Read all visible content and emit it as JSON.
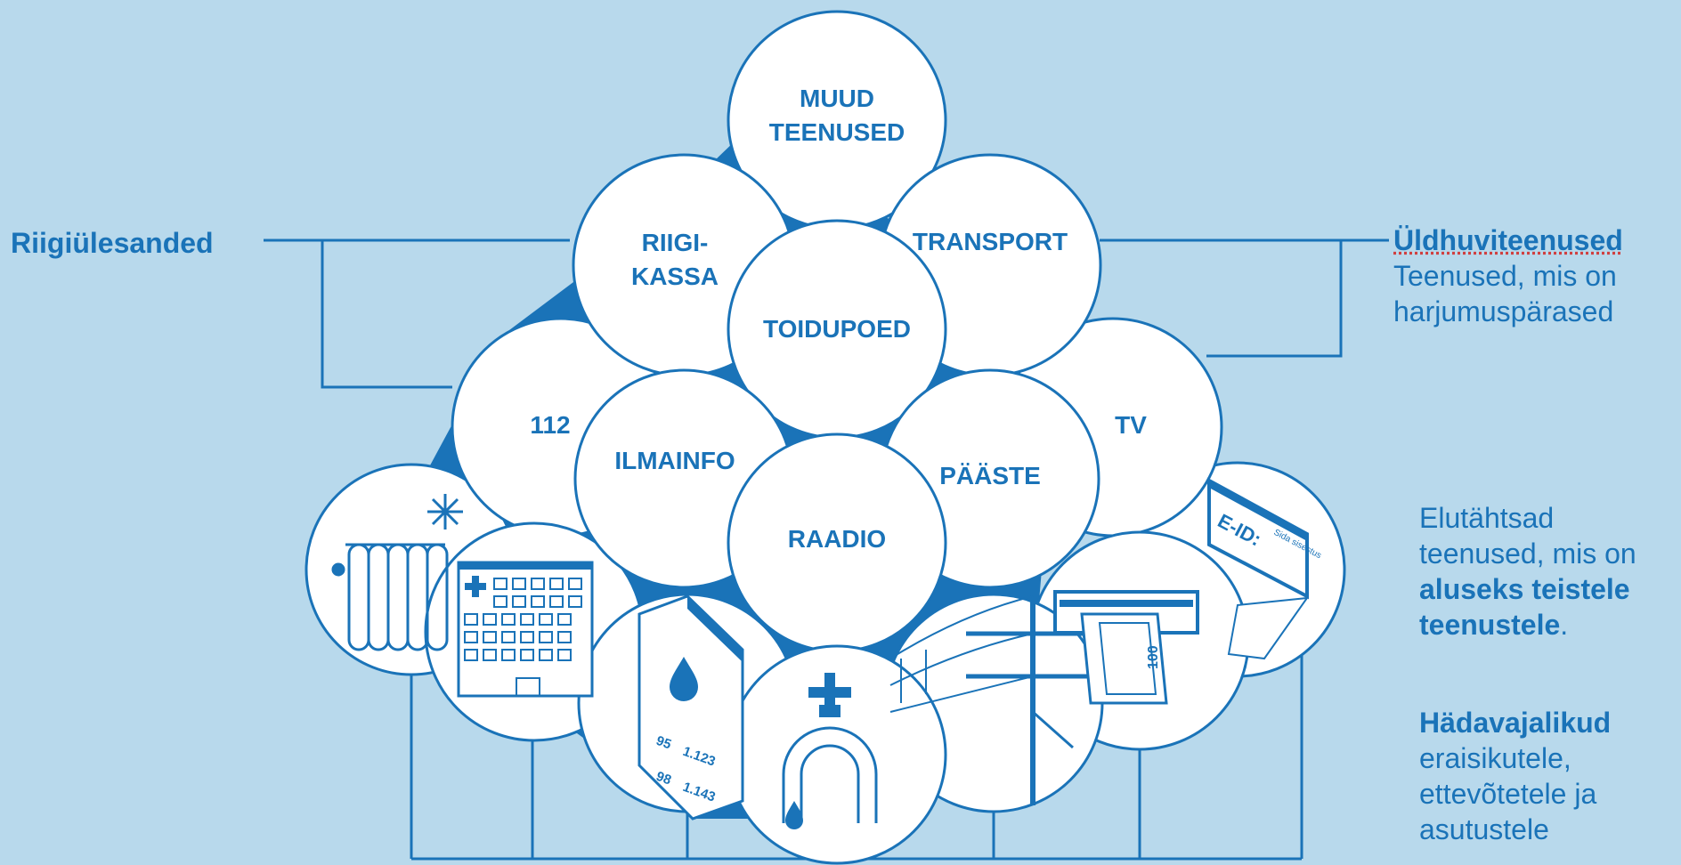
{
  "left_label": "Riigiülesanded",
  "right_top": {
    "title": "Üldhuviteenused",
    "line1": "Teenused, mis on",
    "line2": "harjumuspärased"
  },
  "right_mid": {
    "line1": "Elutähtsad",
    "line2": "teenused, mis on",
    "line3_bold": "aluseks teistele",
    "line4_bold": "teenustele",
    "line4_tail": "."
  },
  "right_bottom": {
    "line1_bold": "Hädavajalikud",
    "line2": "eraisikutele,",
    "line3": "ettevõtetele ja",
    "line4": "asutustele"
  },
  "circles": {
    "muud": [
      "MUUD",
      "TEENUSED"
    ],
    "riigikassa": [
      "RIIGI-",
      "KASSA"
    ],
    "transport": "TRANSPORT",
    "toidupoed": "TOIDUPOED",
    "c112": "112",
    "tv": "TV",
    "ilmainfo": "ILMAINFO",
    "paaste": "PÄÄSTE",
    "raadio": "RAADIO"
  },
  "icons": {
    "heating": "radiator-snowflake-icon",
    "hospital": "hospital-building-icon",
    "fuel": "fuel-price-sign-icon",
    "water": "water-tap-icon",
    "power": "power-pole-icon",
    "cash": "atm-banknote-icon",
    "eid": "e-id-laptop-icon"
  },
  "fuel_sign": {
    "r1a": "95",
    "r1b": "1.123",
    "r2a": "98",
    "r2b": "1.143"
  },
  "banknote": "100",
  "eid_screen": {
    "main": "E-ID:",
    "sub": "Sida sisestus"
  },
  "colors": {
    "background": "#b8d9ec",
    "accent": "#1a73b8",
    "circle": "#ffffff"
  }
}
